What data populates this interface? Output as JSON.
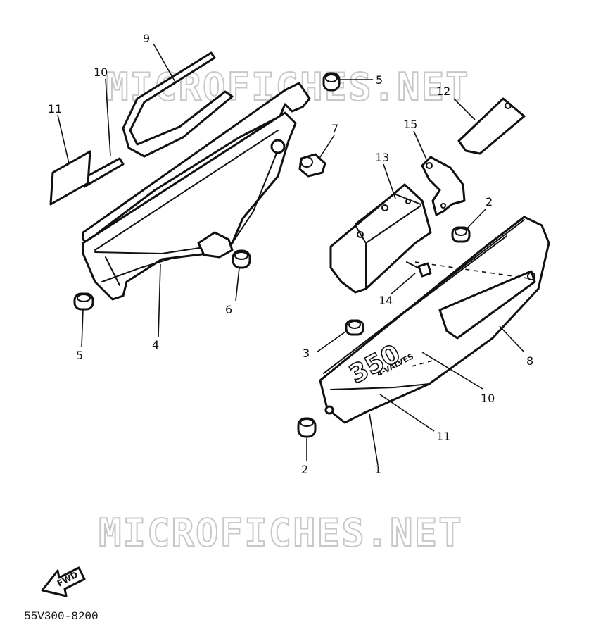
{
  "watermark": "MICROFICHES.NET",
  "part_number": "55V300-8200",
  "fwd_label": "FWD",
  "decal_text": {
    "displacement": "350",
    "valves": "4-VALVES"
  },
  "callouts": [
    {
      "label": "9"
    },
    {
      "label": "10"
    },
    {
      "label": "11"
    },
    {
      "label": "5"
    },
    {
      "label": "12"
    },
    {
      "label": "7"
    },
    {
      "label": "15"
    },
    {
      "label": "13"
    },
    {
      "label": "2"
    },
    {
      "label": "14"
    },
    {
      "label": "6"
    },
    {
      "label": "5"
    },
    {
      "label": "4"
    },
    {
      "label": "3"
    },
    {
      "label": "8"
    },
    {
      "label": "10"
    },
    {
      "label": "11"
    },
    {
      "label": "2"
    },
    {
      "label": "1"
    }
  ]
}
